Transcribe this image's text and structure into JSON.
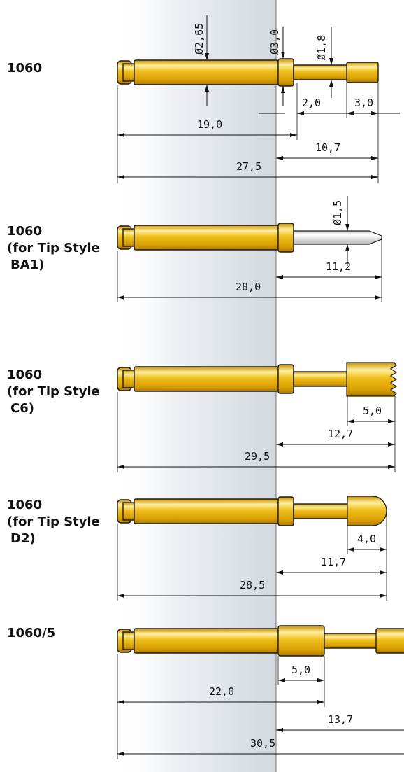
{
  "probes": [
    {
      "id": "1060",
      "label_lines": [
        "1060"
      ],
      "dims": {
        "d_barrel": "Ø2,65",
        "d_collar": "Ø3,0",
        "d_tip": "Ø1,8",
        "len_2": "2,0",
        "len_3": "3,0",
        "len_19": "19,0",
        "len_107": "10,7",
        "len_275": "27,5"
      }
    },
    {
      "id": "1060-ba1",
      "label_lines": [
        "1060",
        "(for Tip Style",
        "BA1)"
      ],
      "dims": {
        "d_tip": "Ø1,5",
        "len_112": "11,2",
        "len_280": "28,0"
      }
    },
    {
      "id": "1060-c6",
      "label_lines": [
        "1060",
        "(for Tip Style",
        "C6)"
      ],
      "dims": {
        "len_50": "5,0",
        "len_127": "12,7",
        "len_295": "29,5"
      }
    },
    {
      "id": "1060-d2",
      "label_lines": [
        "1060",
        "(for Tip Style",
        "D2)"
      ],
      "dims": {
        "len_40": "4,0",
        "len_117": "11,7",
        "len_285": "28,5"
      }
    },
    {
      "id": "1060-5",
      "label_lines": [
        "1060/5"
      ],
      "dims": {
        "len_50": "5,0",
        "len_220": "22,0",
        "len_137": "13,7",
        "len_305": "30,5"
      }
    }
  ],
  "colors": {
    "gold_light": "#fff0a0",
    "gold_mid": "#f0c020",
    "gold_dark": "#b07a00",
    "silver_light": "#ffffff",
    "silver_dark": "#b8b8b8",
    "panel_shade": "#d2d8de",
    "line": "#111111"
  }
}
